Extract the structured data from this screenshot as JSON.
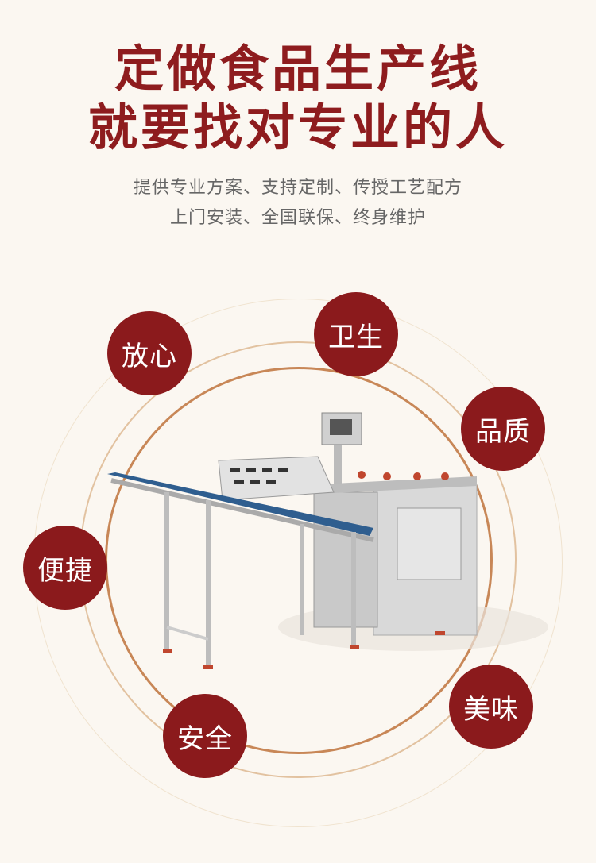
{
  "headline": {
    "line1": "定做食品生产线",
    "line2": "就要找对专业的人"
  },
  "subtitle": {
    "line1": "提供专业方案、支持定制、传授工艺配方",
    "line2": "上门安装、全国联保、终身维护"
  },
  "badges": [
    "放心",
    "卫生",
    "品质",
    "便捷",
    "安全",
    "美味"
  ],
  "colors": {
    "brand_red": "#8e1c1e",
    "background": "#fbf7f1",
    "ring": "#c98a5a"
  }
}
